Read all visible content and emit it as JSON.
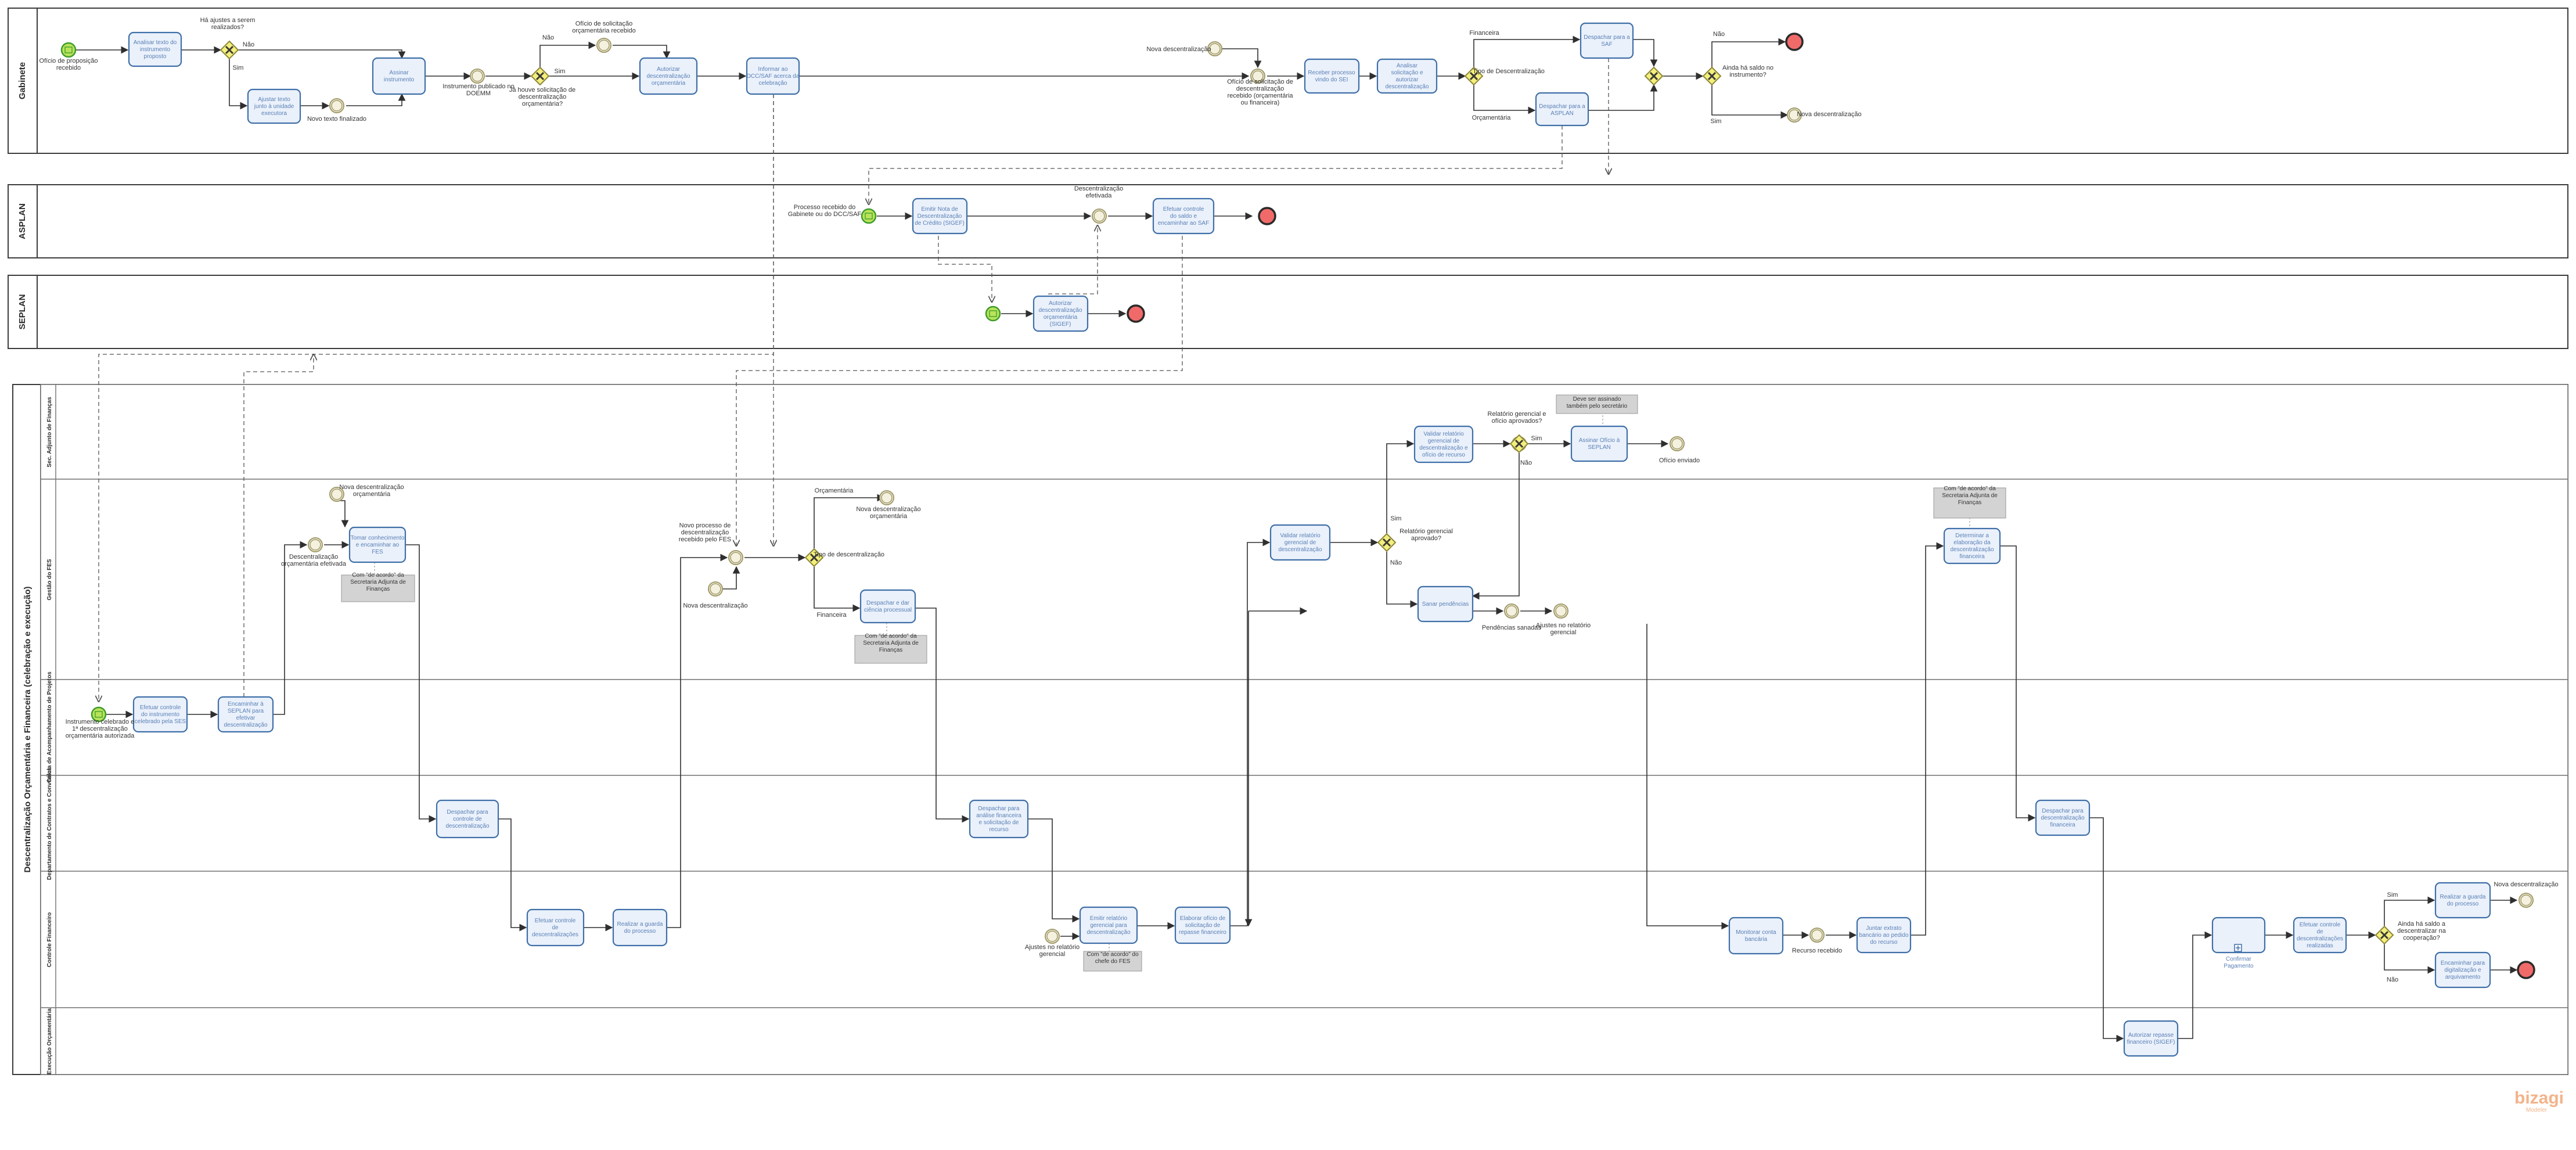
{
  "pools": {
    "gabinete": "Gabinete",
    "asplan": "ASPLAN",
    "seplan": "SEPLAN",
    "main": "Descentralização Orçamentária e Financeira (celebração e execução)"
  },
  "lanes": {
    "sec_adjunto": "Sec. Adjunto de Finanças",
    "gestao_fes": "Gestão do FES",
    "celebracao": "Célula de Acompanhamento de Projetos",
    "contratos": "Departamento de Contratos e Convênios",
    "controle": "Controle Financeiro",
    "execucao": "Execução Orçamentária"
  },
  "tasks": {
    "t1": "Analisar texto do instrumento proposto",
    "t2": "Ajustar texto junto à unidade executora",
    "t3": "Assinar instrumento",
    "t4": "Autorizar descentralização orçamentária",
    "t5": "Informar ao DCC/SAF acerca da celebração",
    "t6": "Despachar para a SAF",
    "t7": "Despachar para a ASPLAN",
    "t8": "Receber processo vindo do SEI",
    "t9": "Analisar solicitação e autorizar descentralização",
    "t10": "Emitir Nota de Descentralização de Crédito (SIGEF)",
    "t11": "Efetuar controle do saldo e encaminhar ao SAF",
    "t12": "Autorizar descentralização orçamentária (SIGEF)",
    "t13": "Tomar conhecimento e encaminhar ao FES",
    "t14": "Validar relatório gerencial de descentralização e ofício de recurso",
    "t15": "Assinar Ofício à SEPLAN",
    "t16": "Validar relatório gerencial de descentralização",
    "t17": "Sanar pendências",
    "t18": "Despachar e dar ciência processual",
    "t19": "Determinar a elaboração da descentralização financeira",
    "t20": "Efetuar controle do instrumento celebrado pela SES",
    "t21": "Encaminhar à SEPLAN para efetivar descentralização",
    "t22": "Despachar para controle de descentralização",
    "t23": "Despachar para análise financeira e solicitação de recurso",
    "t24": "Despachar para descentralização financeira",
    "t25": "Efetuar controle de descentralizações",
    "t26": "Realizar a guarda do processo",
    "t27": "Emitir relatório gerencial para descentralização",
    "t28": "Elaborar ofício de solicitação de repasse financeiro",
    "t29": "Monitorar conta bancária",
    "t30": "Juntar extrato bancário ao pedido do recurso",
    "t31": "Confirmar Pagamento",
    "t32": "Efetuar controle de descentralizações realizadas",
    "t33": "Realizar a guarda do processo",
    "t34": "Encaminhar para digitalização e arquivamento",
    "t35": "Autorizar repasse financeiro (SIGEF)"
  },
  "labels": {
    "l1": "Ofício de proposição recebido",
    "l2": "Há ajustes a serem realizados?",
    "l3": "Não",
    "l4": "Sim",
    "l5": "Novo texto finalizado",
    "l6": "Instrumento publicado no DOEMM",
    "l7": "Ofício de solicitação orçamentária recebido",
    "l8": "Não",
    "l9": "Sim",
    "l10": "Já houve solicitação de descentralização orçamentária?",
    "l11": "Nova descentralização",
    "l12": "Ofício de solicitação de descentralização recebido (orçamentária ou financeira)",
    "l13": "Financeira",
    "l14": "Orçamentária",
    "l15": "Tipo de Descentralização",
    "l16": "Não",
    "l17": "Sim",
    "l18": "Ainda há saldo no instrumento?",
    "l19": "Nova descentralização",
    "l20": "Processo recebido do Gabinete ou do DCC/SAF",
    "l21": "Descentralização efetivada",
    "l22": "Nova descentralização orçamentária",
    "l23": "Descentralização orçamentária efetivada",
    "l24": "Relatório gerencial e ofício aprovados?",
    "l25": "Sim",
    "l26": "Não",
    "l27": "Ofício enviado",
    "l28": "Sim",
    "l29": "Relatório gerencial aprovado?",
    "l30": "Não",
    "l31": "Pendências sanadas",
    "l32": "Ajustes no relatório gerencial",
    "l33": "Novo processo de descentralização recebido pelo FES",
    "l34": "Orçamentária",
    "l35": "Nova descentralização orçamentária",
    "l36": "Tipo de descentralização",
    "l37": "Financeira",
    "l38": "Nova descentralização",
    "l39": "Instrumento celebrado e 1ª descentralização orçamentária autorizada",
    "l40": "Ajustes no relatório gerencial",
    "l41": "Recurso recebido",
    "l42": "Sim",
    "l43": "Não",
    "l44": "Ainda há saldo a descentralizar na cooperação?",
    "l45": "Nova descentralização"
  },
  "annotations": {
    "a1": "Com \"de acordo\" da Secretaria Adjunta de Finanças",
    "a2": "Com \"de acordo\" da Secretaria Adjunta de Finanças",
    "a3": "Com \"de acordo\" do chefe do FES",
    "a4": "Com \"de acordo\" da Secretaria Adjunta de Finanças",
    "a5": "Deve ser assinado também pelo secretário"
  },
  "logo": {
    "name": "bizagi",
    "sub": "Modeler"
  },
  "colors": {
    "task_fill": "#eaf1fb",
    "task_stroke": "#3f6fa8",
    "start": "#b7e35a",
    "end": "#f06a6a",
    "gateway": "#f3ef7b",
    "annotation": "#d3d3d3"
  }
}
